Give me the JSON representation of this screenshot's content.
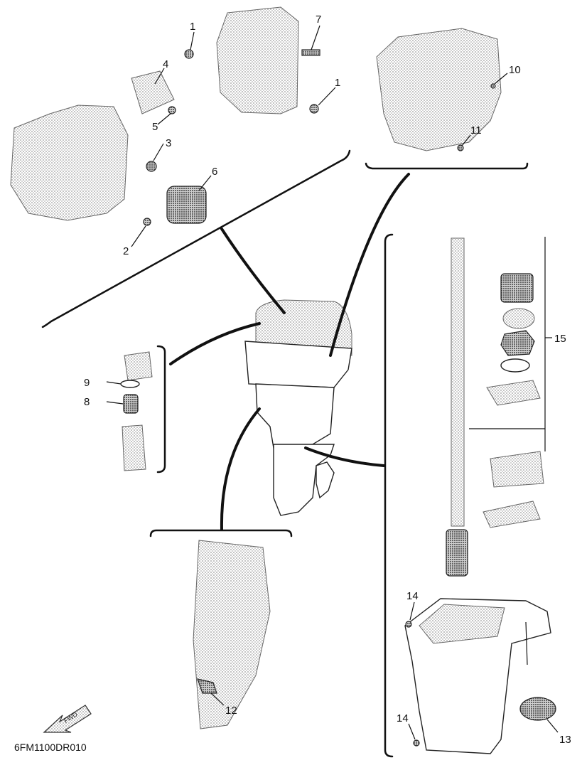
{
  "diagram_code": "6FM1100DR010",
  "callouts": [
    {
      "id": "c1a",
      "label": "1"
    },
    {
      "id": "c1b",
      "label": "1"
    },
    {
      "id": "c2",
      "label": "2"
    },
    {
      "id": "c3",
      "label": "3"
    },
    {
      "id": "c4",
      "label": "4"
    },
    {
      "id": "c5",
      "label": "5"
    },
    {
      "id": "c6",
      "label": "6"
    },
    {
      "id": "c7",
      "label": "7"
    },
    {
      "id": "c8",
      "label": "8"
    },
    {
      "id": "c9",
      "label": "9"
    },
    {
      "id": "c10",
      "label": "10"
    },
    {
      "id": "c11",
      "label": "11"
    },
    {
      "id": "c12",
      "label": "12"
    },
    {
      "id": "c13",
      "label": "13"
    },
    {
      "id": "c14a",
      "label": "14"
    },
    {
      "id": "c14b",
      "label": "14"
    },
    {
      "id": "c15",
      "label": "15"
    }
  ],
  "fwd_arrow_text": "FWD",
  "colors": {
    "ink": "#111111",
    "dot_shade": "#9a9a9a",
    "paper": "#ffffff"
  }
}
